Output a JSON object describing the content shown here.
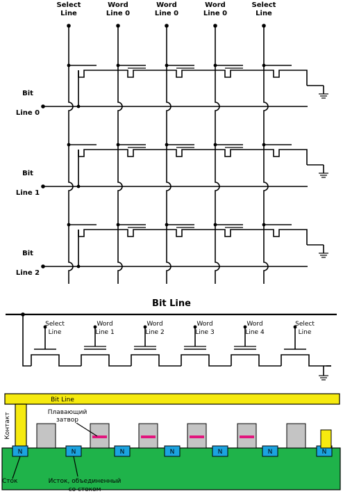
{
  "grid": {
    "column_labels": [
      [
        "Select",
        "Line"
      ],
      [
        "Word",
        "Line 0"
      ],
      [
        "Word",
        "Line 0"
      ],
      [
        "Word",
        "Line 0"
      ],
      [
        "Select",
        "Line"
      ]
    ],
    "row_labels": [
      [
        "Bit",
        "Line 0"
      ],
      [
        "Bit",
        "Line 1"
      ],
      [
        "Bit",
        "Line 2"
      ]
    ]
  },
  "string": {
    "title": "Bit Line",
    "gate_labels": [
      [
        "Select",
        "Line"
      ],
      [
        "Word",
        "Line 1"
      ],
      [
        "Word",
        "Line 2"
      ],
      [
        "Word",
        "Line 3"
      ],
      [
        "Word",
        "Line 4"
      ],
      [
        "Select",
        "Line"
      ]
    ]
  },
  "cross_section": {
    "bit_line_label": "Bit Line",
    "contact_label": "Контакт",
    "floating_gate_label": [
      "Плавающий",
      "затвор"
    ],
    "drain_label": "Сток",
    "source_label": [
      "Исток, объединенный",
      "со стоком"
    ],
    "n_label": "N",
    "colors": {
      "bus": "#f6ea0f",
      "substrate": "#1fb34a",
      "n_region": "#1ba3e0",
      "gate": "#c4c4c4",
      "floating_gate": "#e2157d"
    }
  }
}
